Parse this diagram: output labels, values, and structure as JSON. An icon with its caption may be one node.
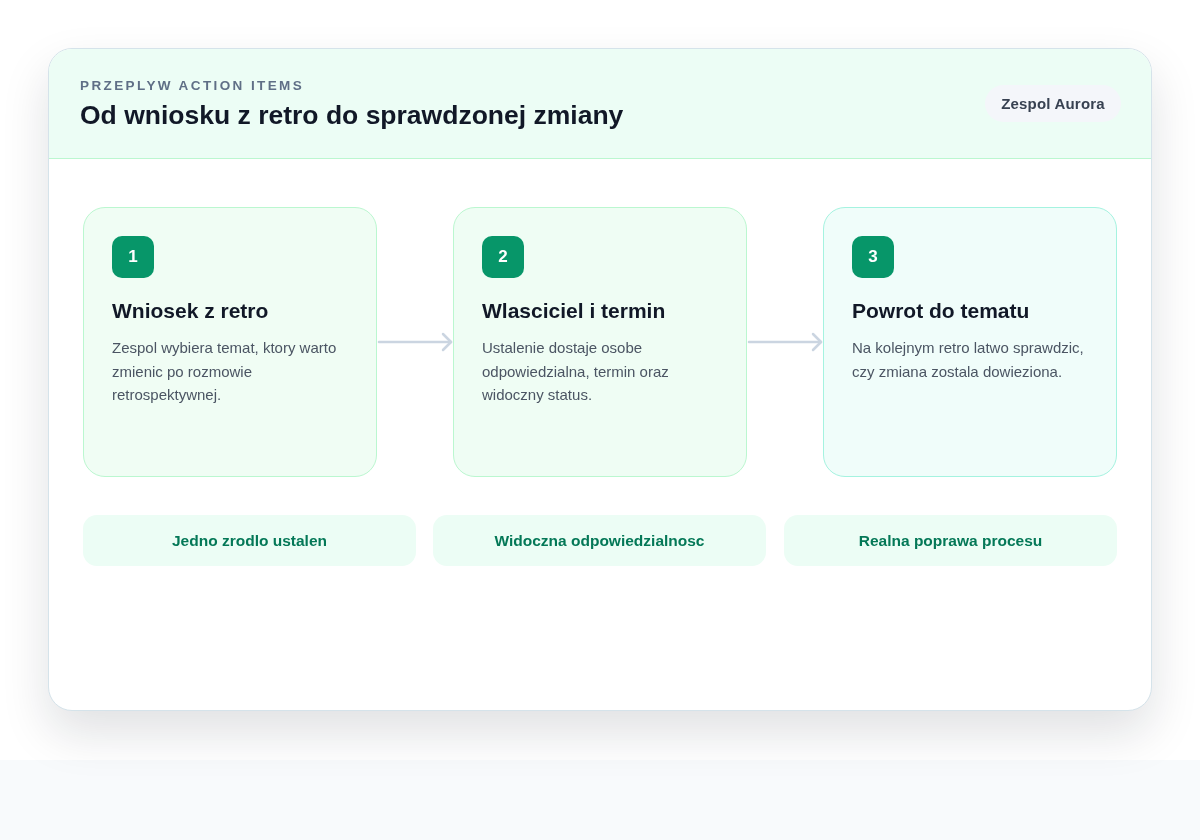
{
  "diagram": {
    "title": "Od wniosku z retro do sprawdzonej zmiany",
    "nodes": [
      {
        "text": [
          "Wniosek z retro",
          "Zespol wybiera temat, ktory warto zmienic po rozmowie retrospektywnej."
        ]
      },
      {
        "text": [
          "1"
        ],
        "in": 0
      },
      {
        "text": [
          "Wlasciciel i termin",
          "Ustalenie dostaje osobe odpowiedzialna, termin oraz widoczny status."
        ]
      },
      {
        "text": [
          "2"
        ],
        "in": 2
      },
      {
        "text": [
          "Powrot do tematu",
          "Na kolejnym retro latwo sprawdzic, czy zmiana zostala dowieziona."
        ]
      },
      {
        "text": [
          "3"
        ],
        "in": 4
      },
      {
        "text": [
          "Jedno zrodlo ustalen"
        ]
      },
      {
        "text": [
          "Widoczna odpowiedzialnosc"
        ]
      },
      {
        "text": [
          "Realna poprawa procesu"
        ]
      },
      {
        "text": [
          "Zespol Aurora"
        ]
      }
    ],
    "edges": [
      {
        "from": 0,
        "to": 2,
        "arrow": "to"
      },
      {
        "from": 2,
        "to": 4,
        "arrow": "to"
      }
    ],
    "labels": [
      "PRZEPLYW ACTION ITEMS"
    ]
  }
}
